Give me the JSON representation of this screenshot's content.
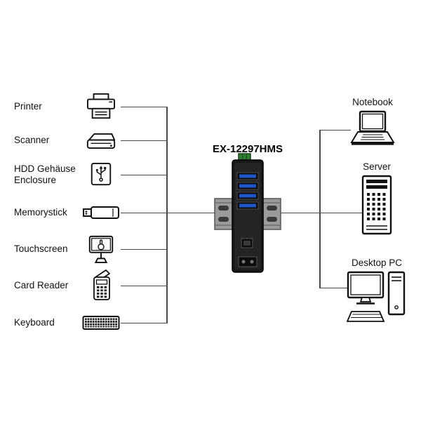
{
  "diagram": {
    "title": "EX-12297HMS",
    "left_devices": [
      {
        "label": "Printer"
      },
      {
        "label": "Scanner"
      },
      {
        "label": "HDD Gehäuse\nEnclosure"
      },
      {
        "label": "Memorystick"
      },
      {
        "label": "Touchscreen"
      },
      {
        "label": "Card Reader"
      },
      {
        "label": "Keyboard"
      }
    ],
    "right_devices": [
      {
        "label": "Notebook"
      },
      {
        "label": "Server"
      },
      {
        "label": "Desktop PC"
      }
    ],
    "hub": {
      "usb_port_count": 4,
      "colors": {
        "body": "#1c1c1c",
        "usb_ports": "#1e56c8",
        "din_rail": "#9b9b9b",
        "terminal_block": "#2e7d32"
      }
    },
    "connector_color": "#4a4a4a"
  }
}
